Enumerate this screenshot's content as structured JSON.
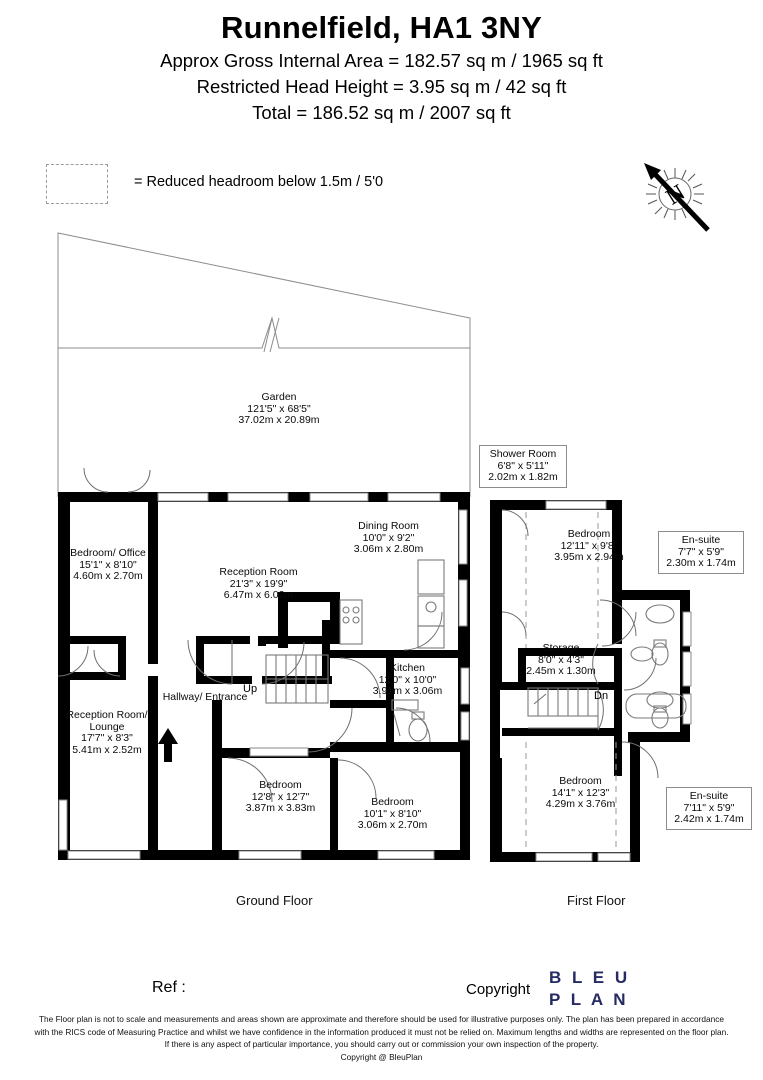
{
  "header": {
    "title": "Runnelfield, HA1 3NY",
    "line1": "Approx Gross Internal Area = 182.57 sq m / 1965 sq ft",
    "line2": "Restricted Head Height = 3.95 sq m / 42 sq ft",
    "line3": "Total = 186.52 sq m / 2007 sq ft"
  },
  "legend": {
    "text": "= Reduced headroom below 1.5m / 5'0",
    "swatch_name": "dashed-square-swatch"
  },
  "compass": {
    "letter": "N",
    "name": "north-compass-icon"
  },
  "floors": {
    "ground_label": "Ground Floor",
    "first_label": "First Floor"
  },
  "stairs": {
    "up": "Up",
    "down": "Dn"
  },
  "rooms": {
    "garden": {
      "name": "Garden",
      "imperial": "121'5\" x 68'5\"",
      "metric": "37.02m x 20.89m"
    },
    "bedroom_office": {
      "name": "Bedroom/ Office",
      "imperial": "15'1\" x 8'10\"",
      "metric": "4.60m x 2.70m"
    },
    "reception": {
      "name": "Reception Room",
      "imperial": "21'3\" x 19'9\"",
      "metric": "6.47m x 6.02m"
    },
    "lounge": {
      "name": "Reception Room/",
      "name2": "Lounge",
      "imperial": "17'7\" x 8'3\"",
      "metric": "5.41m x 2.52m"
    },
    "hallway": {
      "name": "Hallway/ Entrance"
    },
    "dining": {
      "name": "Dining Room",
      "imperial": "10'0\" x 9'2\"",
      "metric": "3.06m x 2.80m"
    },
    "kitchen": {
      "name": "Kitchen",
      "imperial": "12'0\" x 10'0\"",
      "metric": "3.91m x 3.06m"
    },
    "bedroom_gf1": {
      "name": "Bedroom",
      "imperial": "12'8\" x 12'7\"",
      "metric": "3.87m x 3.83m"
    },
    "bedroom_gf2": {
      "name": "Bedroom",
      "imperial": "10'1\" x 8'10\"",
      "metric": "3.06m x 2.70m"
    },
    "shower_room": {
      "name": "Shower Room",
      "imperial": "6'8\" x 5'11\"",
      "metric": "2.02m x 1.82m"
    },
    "bedroom_ff1": {
      "name": "Bedroom",
      "imperial": "12'11\" x 9'8\"",
      "metric": "3.95m x 2.94m"
    },
    "ensuite_1": {
      "name": "En-suite",
      "imperial": "7'7\" x 5'9\"",
      "metric": "2.30m x 1.74m"
    },
    "storage": {
      "name": "Storage",
      "imperial": "8'0\" x 4'3\"",
      "metric": "2.45m x 1.30m"
    },
    "bedroom_ff2": {
      "name": "Bedroom",
      "imperial": "14'1\" x 12'3\"",
      "metric": "4.29m x 3.76m"
    },
    "ensuite_2": {
      "name": "En-suite",
      "imperial": "7'11\" x 5'9\"",
      "metric": "2.42m x 1.74m"
    }
  },
  "footer": {
    "ref": "Ref  :",
    "copyright": "Copyright",
    "logo_line1": "B L E U",
    "logo_line2": "P L A N",
    "disclaimer1": "The Floor plan is not to scale and measurements and areas shown are approximate and therefore should be used for illustrative purposes only. The plan has been prepared in accordance",
    "disclaimer2": "with the RICS code of Measuring Practice and whilst we have confidence in the information produced it must not be relied on. Maximum lengths and widths are represented on the floor plan.",
    "disclaimer3": "If there is any aspect of particular importance, you should carry out or commission your own inspection of the property.",
    "disclaimer4": "Copyright @ BleuPlan"
  },
  "colors": {
    "wall": "#000000",
    "logo": "#252a63",
    "thin_line": "#8c8c8c",
    "dashed": "#9a9a9a"
  }
}
